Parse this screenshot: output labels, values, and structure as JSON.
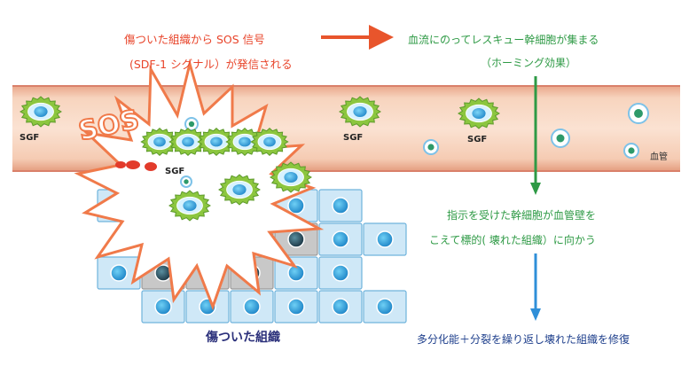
{
  "header": {
    "signal_line1": "傷ついた組織から SOS 信号",
    "signal_line2": "(SDF-1 シグナル）が発信される",
    "homing_line1": "血流にのってレスキュー幹細胞が集まる",
    "homing_line2": "（ホーミング効果）"
  },
  "vessel": {
    "label": "血管"
  },
  "burst": {
    "label": "SOS"
  },
  "cells": {
    "sgf_label": "SGF"
  },
  "steps": {
    "target_line1": "指示を受けた幹細胞が血管壁を",
    "target_line2": "こえて標的( 壊れた組織）に向かう",
    "repair": "多分化能＋分裂を繰り返し壊れた組織を修復"
  },
  "tissue": {
    "caption": "傷ついた組織"
  },
  "colors": {
    "vessel": "#f3c4a8",
    "red_arrow": "#e8552c",
    "green": "#2e9a45",
    "blue_arrow": "#2f8fd8",
    "stem_cell": "#8cc63f",
    "tissue_cell": "#cfe8f7",
    "damaged_cell": "#c8c8c8"
  }
}
